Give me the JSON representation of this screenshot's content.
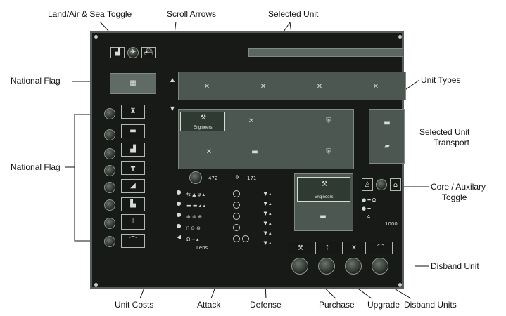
{
  "callouts": {
    "land_air_sea_toggle": "Land/Air & Sea Toggle",
    "scroll_arrows": "Scroll Arrows",
    "selected_unit_top": "Selected Unit",
    "national_flag_top": "National Flag",
    "unit_types": "Unit Types",
    "national_flag_left": "National Flag",
    "selected_unit_transport_l1": "Selected Unit",
    "selected_unit_transport_l2": "Transport",
    "core_aux_l1": "Core / Auxilary",
    "core_aux_l2": "Toggle",
    "disband_unit": "Disband Unit",
    "unit_costs": "Unit Costs",
    "attack": "Attack",
    "defense": "Defense",
    "purchase": "Purchase",
    "upgrade": "Upgrade",
    "disband_units": "Disband Units"
  },
  "game": {
    "selected_unit_name": "Engineers",
    "selected_unit_name_alt": "Engineers",
    "cost_a": "472",
    "cost_b": "171",
    "core_value": "1000",
    "cost_label": "Lens"
  },
  "colors": {
    "panel": "#171a17",
    "box": "#4b5750",
    "text": "#111111"
  },
  "icons": {
    "land": "tank-icon",
    "air": "plane-icon",
    "sea": "ship-icon"
  }
}
